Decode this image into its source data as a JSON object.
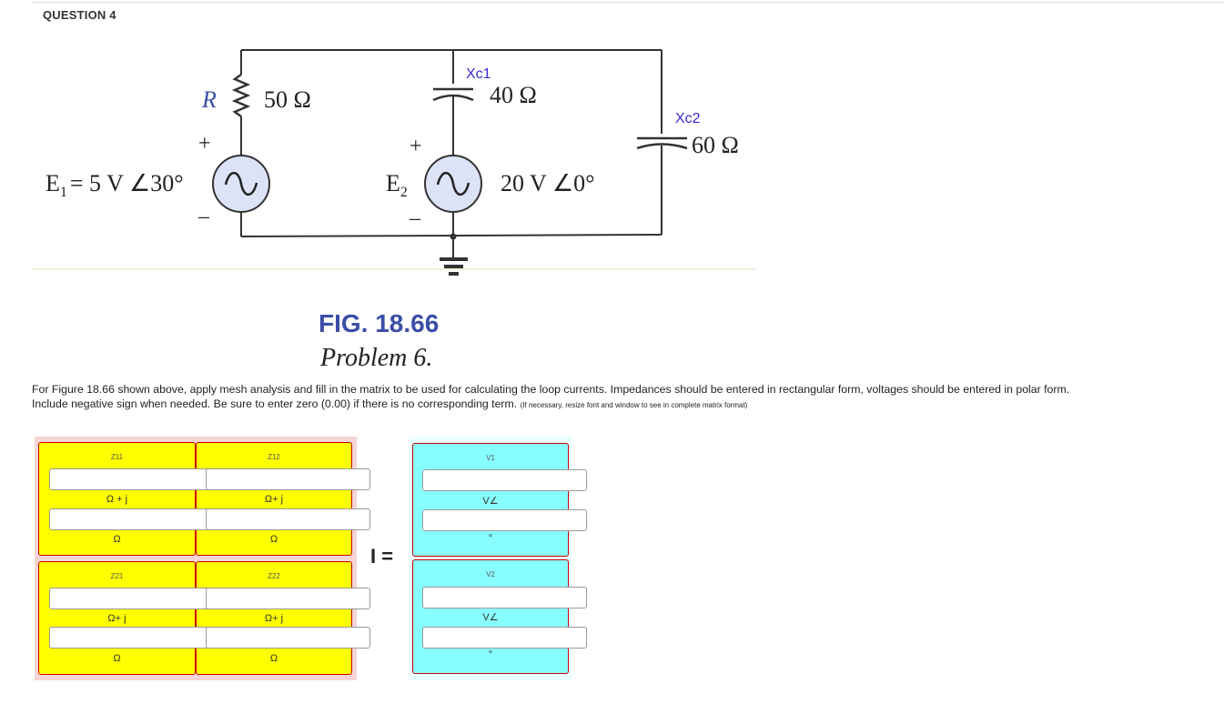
{
  "question": {
    "title": "QUESTION 4"
  },
  "figure": {
    "E1_label": "E",
    "E1_sub": "1",
    "E1_value": "= 5 V ∠30°",
    "R_label": "R",
    "R_value": "50 Ω",
    "Xc1_label": "Xc1",
    "Xc1_value": "40 Ω",
    "Xc2_label": "Xc2",
    "Xc2_value": "60 Ω",
    "E2_label": "E",
    "E2_sub": "2",
    "E2_value": "20 V ∠0°",
    "plus": "+",
    "minus": "–",
    "title": "FIG. 18.66",
    "subtitle": "Problem 6."
  },
  "instructions": {
    "text": "For Figure 18.66 shown above, apply mesh analysis and fill in the matrix to be used for calculating the loop currents.   Impedances should be entered in rectangular form, voltages should be entered in polar form.  Include negative sign when needed. Be sure to enter zero (0.00) if there is no corresponding term.  ",
    "note": "(If necessary, resize font and window to see in complete matrix format)"
  },
  "matrix": {
    "z11": {
      "label": "Z11",
      "unit1": "Ω + j",
      "unit2": "Ω"
    },
    "z12": {
      "label": "Z12",
      "unit1": "Ω+ j",
      "unit2": "Ω"
    },
    "z21": {
      "label": "Z21",
      "unit1": "Ω+ j",
      "unit2": "Ω"
    },
    "z22": {
      "label": "Z22",
      "unit1": "Ω+ j",
      "unit2": "Ω"
    },
    "equals": "I =",
    "v1": {
      "label": "V1",
      "unit1": "V∠",
      "unit2": "°"
    },
    "v2": {
      "label": "V2",
      "unit1": "V∠",
      "unit2": "°"
    }
  },
  "colors": {
    "impedance_cell": "#ffff00",
    "voltage_cell": "#88ffff",
    "cell_border": "#cc0000",
    "xc_label": "#3b2ccf",
    "source_fill": "#dde3f7"
  }
}
